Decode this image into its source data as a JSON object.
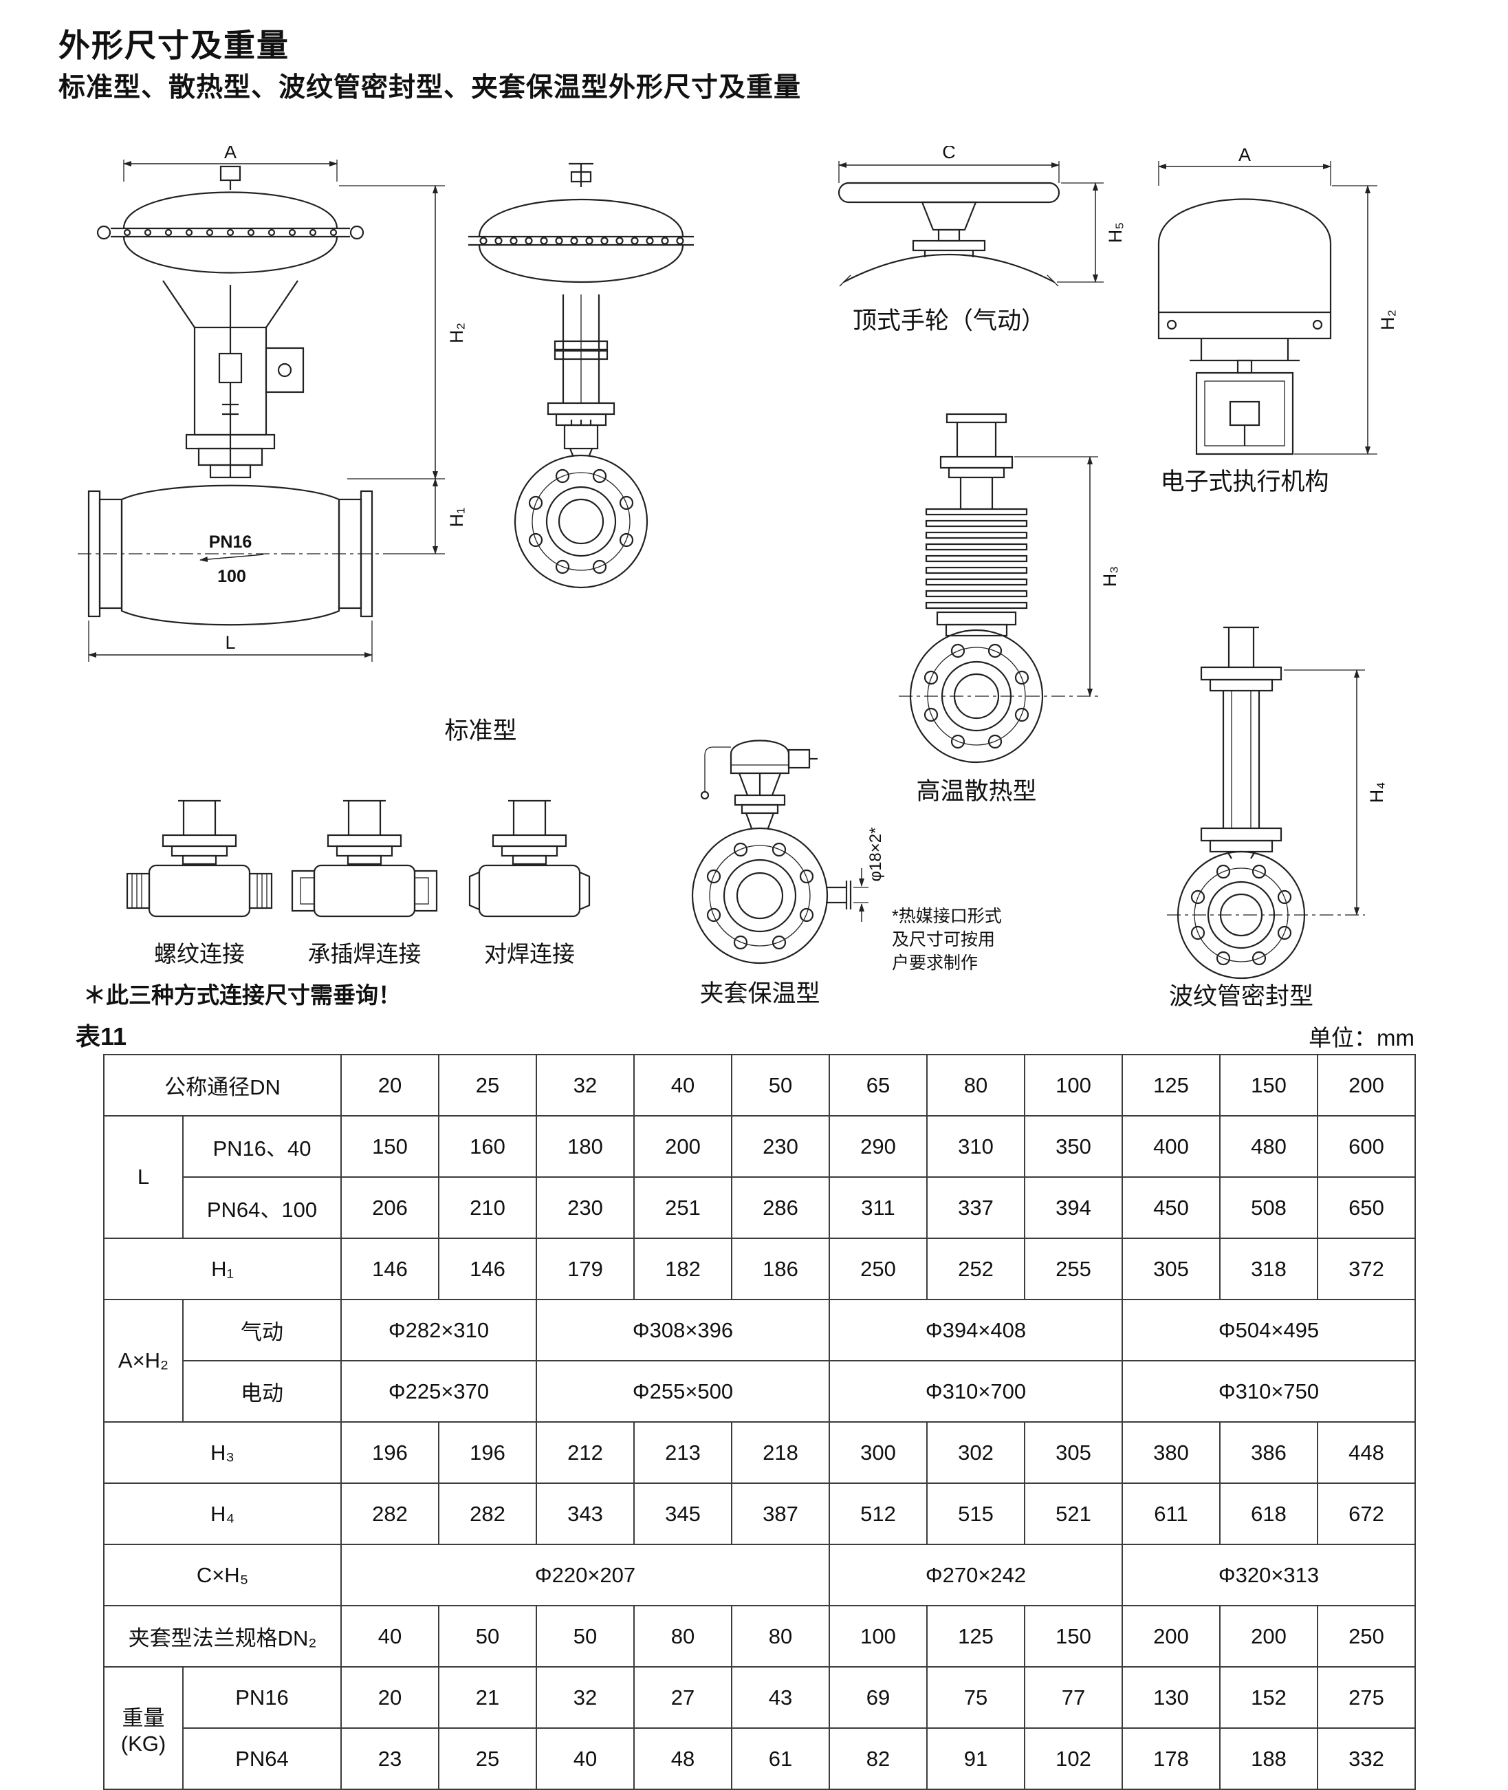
{
  "page": {
    "title": "外形尺寸及重量",
    "subtitle": "标准型、散热型、波纹管密封型、夹套保温型外形尺寸及重量",
    "table_no": "表11",
    "unit": "单位：mm"
  },
  "figures": {
    "standard": {
      "caption": "标准型",
      "dim_a": "A",
      "dim_h2": "H₂",
      "dim_h1": "H₁",
      "dim_l": "L",
      "pn": "PN16",
      "dn": "100"
    },
    "handwheel": {
      "caption": "顶式手轮（气动）",
      "dim_c": "C",
      "dim_h5": "H₅"
    },
    "electric": {
      "caption": "电子式执行机构",
      "dim_a": "A",
      "dim_h2": "H₂"
    },
    "radiator": {
      "caption": "高温散热型",
      "dim_h3": "H₃"
    },
    "bellows": {
      "caption": "波纹管密封型",
      "dim_h4": "H₄"
    },
    "jacketed": {
      "caption": "夹套保温型",
      "pipe_label": "φ18×2*",
      "note1": "*热媒接口形式",
      "note2": "及尺寸可按用",
      "note3": "户要求制作"
    },
    "connections": {
      "threaded": "螺纹连接",
      "socket": "承插焊连接",
      "butt": "对焊连接",
      "note": "＊此三种方式连接尺寸需垂询！"
    }
  },
  "table": {
    "rows": [
      {
        "cells": [
          {
            "t": "公称通径DN",
            "cs": 2,
            "h": true
          },
          {
            "t": "20"
          },
          {
            "t": "25"
          },
          {
            "t": "32"
          },
          {
            "t": "40"
          },
          {
            "t": "50"
          },
          {
            "t": "65"
          },
          {
            "t": "80"
          },
          {
            "t": "100"
          },
          {
            "t": "125"
          },
          {
            "t": "150"
          },
          {
            "t": "200"
          }
        ]
      },
      {
        "cells": [
          {
            "t": "L",
            "rs": 2,
            "h": true
          },
          {
            "t": "PN16、40",
            "h": true
          },
          {
            "t": "150"
          },
          {
            "t": "160"
          },
          {
            "t": "180"
          },
          {
            "t": "200"
          },
          {
            "t": "230"
          },
          {
            "t": "290"
          },
          {
            "t": "310"
          },
          {
            "t": "350"
          },
          {
            "t": "400"
          },
          {
            "t": "480"
          },
          {
            "t": "600"
          }
        ]
      },
      {
        "cells": [
          {
            "t": "PN64、100",
            "h": true
          },
          {
            "t": "206"
          },
          {
            "t": "210"
          },
          {
            "t": "230"
          },
          {
            "t": "251"
          },
          {
            "t": "286"
          },
          {
            "t": "311"
          },
          {
            "t": "337"
          },
          {
            "t": "394"
          },
          {
            "t": "450"
          },
          {
            "t": "508"
          },
          {
            "t": "650"
          }
        ]
      },
      {
        "cells": [
          {
            "t": "H₁",
            "cs": 2,
            "h": true
          },
          {
            "t": "146"
          },
          {
            "t": "146"
          },
          {
            "t": "179"
          },
          {
            "t": "182"
          },
          {
            "t": "186"
          },
          {
            "t": "250"
          },
          {
            "t": "252"
          },
          {
            "t": "255"
          },
          {
            "t": "305"
          },
          {
            "t": "318"
          },
          {
            "t": "372"
          }
        ]
      },
      {
        "cells": [
          {
            "t": "A×H₂",
            "rs": 2,
            "h": true
          },
          {
            "t": "气动",
            "h": true
          },
          {
            "t": "Φ282×310",
            "cs": 2
          },
          {
            "t": "Φ308×396",
            "cs": 3
          },
          {
            "t": "Φ394×408",
            "cs": 3
          },
          {
            "t": "Φ504×495",
            "cs": 3
          }
        ]
      },
      {
        "cells": [
          {
            "t": "电动",
            "h": true
          },
          {
            "t": "Φ225×370",
            "cs": 2
          },
          {
            "t": "Φ255×500",
            "cs": 3
          },
          {
            "t": "Φ310×700",
            "cs": 3
          },
          {
            "t": "Φ310×750",
            "cs": 3
          }
        ]
      },
      {
        "cells": [
          {
            "t": "H₃",
            "cs": 2,
            "h": true
          },
          {
            "t": "196"
          },
          {
            "t": "196"
          },
          {
            "t": "212"
          },
          {
            "t": "213"
          },
          {
            "t": "218"
          },
          {
            "t": "300"
          },
          {
            "t": "302"
          },
          {
            "t": "305"
          },
          {
            "t": "380"
          },
          {
            "t": "386"
          },
          {
            "t": "448"
          }
        ]
      },
      {
        "cells": [
          {
            "t": "H₄",
            "cs": 2,
            "h": true
          },
          {
            "t": "282"
          },
          {
            "t": "282"
          },
          {
            "t": "343"
          },
          {
            "t": "345"
          },
          {
            "t": "387"
          },
          {
            "t": "512"
          },
          {
            "t": "515"
          },
          {
            "t": "521"
          },
          {
            "t": "611"
          },
          {
            "t": "618"
          },
          {
            "t": "672"
          }
        ]
      },
      {
        "cells": [
          {
            "t": "C×H₅",
            "cs": 2,
            "h": true
          },
          {
            "t": "Φ220×207",
            "cs": 5
          },
          {
            "t": "Φ270×242",
            "cs": 3
          },
          {
            "t": "Φ320×313",
            "cs": 3
          }
        ]
      },
      {
        "cells": [
          {
            "t": "夹套型法兰规格DN₂",
            "cs": 2,
            "h": true
          },
          {
            "t": "40"
          },
          {
            "t": "50"
          },
          {
            "t": "50"
          },
          {
            "t": "80"
          },
          {
            "t": "80"
          },
          {
            "t": "100"
          },
          {
            "t": "125"
          },
          {
            "t": "150"
          },
          {
            "t": "200"
          },
          {
            "t": "200"
          },
          {
            "t": "250"
          }
        ]
      },
      {
        "cells": [
          {
            "t": "重量\n(KG)",
            "rs": 2,
            "h": true
          },
          {
            "t": "PN16",
            "h": true
          },
          {
            "t": "20"
          },
          {
            "t": "21"
          },
          {
            "t": "32"
          },
          {
            "t": "27"
          },
          {
            "t": "43"
          },
          {
            "t": "69"
          },
          {
            "t": "75"
          },
          {
            "t": "77"
          },
          {
            "t": "130"
          },
          {
            "t": "152"
          },
          {
            "t": "275"
          }
        ]
      },
      {
        "cells": [
          {
            "t": "PN64",
            "h": true
          },
          {
            "t": "23"
          },
          {
            "t": "25"
          },
          {
            "t": "40"
          },
          {
            "t": "48"
          },
          {
            "t": "61"
          },
          {
            "t": "82"
          },
          {
            "t": "91"
          },
          {
            "t": "102"
          },
          {
            "t": "178"
          },
          {
            "t": "188"
          },
          {
            "t": "332"
          }
        ]
      }
    ]
  }
}
